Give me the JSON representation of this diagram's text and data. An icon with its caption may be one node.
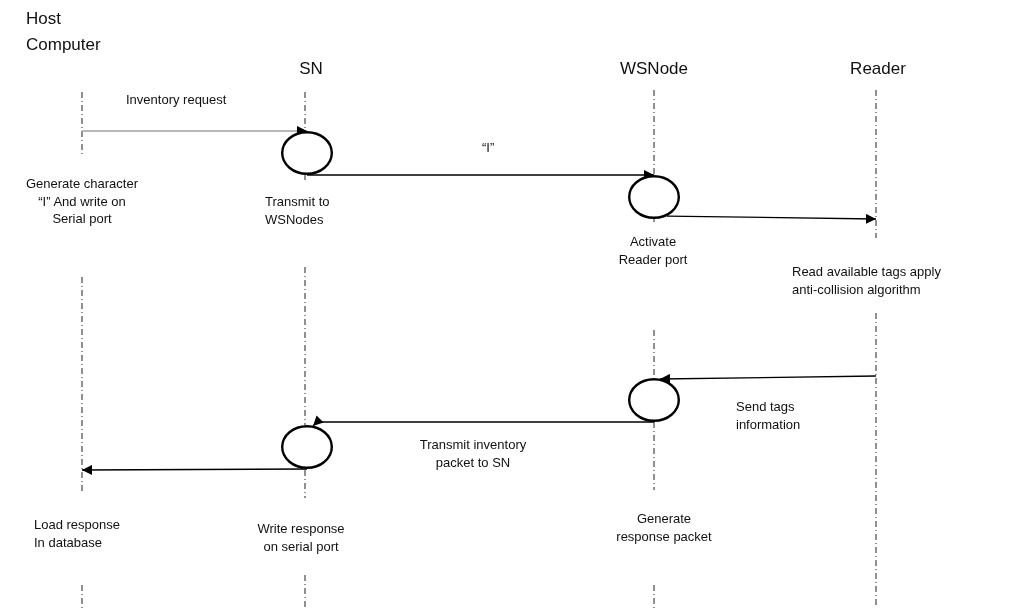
{
  "diagram": {
    "nodes": [
      {
        "text": [],
        "shape": "circle",
        "beside": [
          "Transmit to WSNodes"
        ]
      },
      {
        "text": [],
        "shape": "circle",
        "beside": [
          "Activate Reader port"
        ]
      },
      {
        "text": [],
        "shape": "circle"
      },
      {
        "text": [],
        "shape": "circle"
      }
    ],
    "edges": [
      {
        "from": null,
        "to": 0,
        "arrow": "to",
        "label": "Inventory request",
        "color": "#a0a0a0"
      },
      {
        "from": 0,
        "to": 1,
        "arrow": "to",
        "label": "“I”"
      },
      {
        "from": 1,
        "to": null,
        "arrow": "to"
      },
      {
        "from": null,
        "to": 2,
        "arrow": "to",
        "label": "Send tags information"
      },
      {
        "from": 2,
        "to": 3,
        "arrow": "to",
        "label": "Transmit inventory packet to SN"
      },
      {
        "from": 3,
        "to": null,
        "arrow": "to"
      }
    ],
    "labels": [
      "Host Computer",
      "SN",
      "WSNode",
      "Reader",
      "Generate character “I” And write on Serial port",
      "Read available tags apply anti-collision algorithm",
      "Load response In database",
      "Write response on serial port",
      "Generate response packet"
    ]
  }
}
